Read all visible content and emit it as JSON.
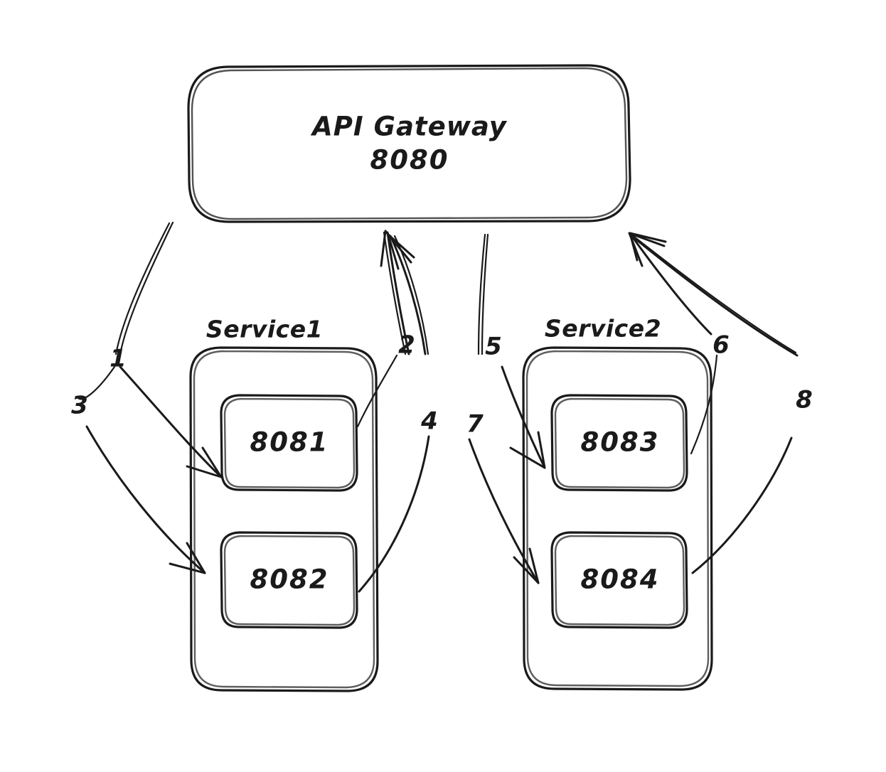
{
  "diagram": {
    "title_node": {
      "name": "api-gateway",
      "label": "API Gateway",
      "port": "8080"
    },
    "services": [
      {
        "name": "service1",
        "label": "Service1",
        "ports": [
          "8081",
          "8082"
        ]
      },
      {
        "name": "service2",
        "label": "Service2",
        "ports": [
          "8083",
          "8084"
        ]
      }
    ],
    "edge_labels": [
      {
        "id": "1",
        "text": "1"
      },
      {
        "id": "2",
        "text": "2"
      },
      {
        "id": "3",
        "text": "3"
      },
      {
        "id": "4",
        "text": "4"
      },
      {
        "id": "5",
        "text": "5"
      },
      {
        "id": "6",
        "text": "6"
      },
      {
        "id": "7",
        "text": "7"
      },
      {
        "id": "8",
        "text": "8"
      }
    ],
    "colors": {
      "stroke": "#1a1a1a",
      "background": "#ffffff"
    }
  }
}
